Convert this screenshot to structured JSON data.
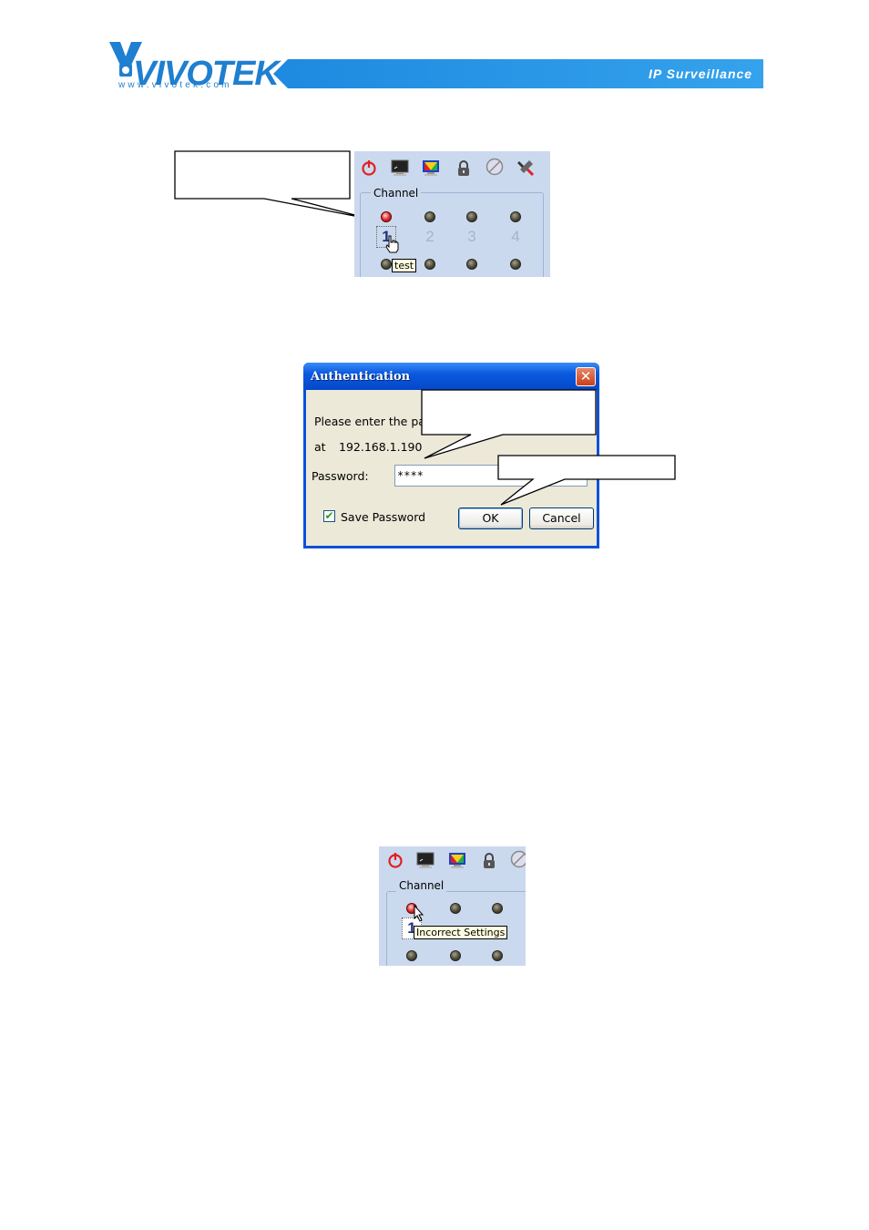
{
  "header": {
    "logo_text": "VIVOTEK",
    "logo_url": "www.vivotek.com",
    "tagline": "IP Surveillance"
  },
  "panel1": {
    "group_label": "Channel",
    "channels": [
      "1",
      "2",
      "3",
      "4"
    ],
    "tooltip": "test",
    "toolbar_icons": [
      "power-icon",
      "monitor-icon",
      "color-monitor-icon",
      "lock-icon",
      "no-record-icon",
      "tools-icon"
    ]
  },
  "dialog": {
    "title": "Authentication",
    "close_glyph": "✕",
    "prompt": "Please enter the pa",
    "at_label": "at",
    "address": "192.168.1.190",
    "password_label": "Password:",
    "password_value": "****",
    "save_password_label": "Save Password",
    "save_password_checked": true,
    "ok_label": "OK",
    "cancel_label": "Cancel"
  },
  "panel2": {
    "group_label": "Channel",
    "channel_partial": "1",
    "tooltip": "Incorrect Settings",
    "toolbar_icons": [
      "power-icon",
      "monitor-icon",
      "color-monitor-icon",
      "lock-icon",
      "no-record-icon"
    ]
  },
  "colors": {
    "brand_blue": "#1f7fd0",
    "panel_bg": "#cbd9ee",
    "xp_title_blue": "#0a52d8",
    "dialog_bg": "#ece9d8"
  }
}
